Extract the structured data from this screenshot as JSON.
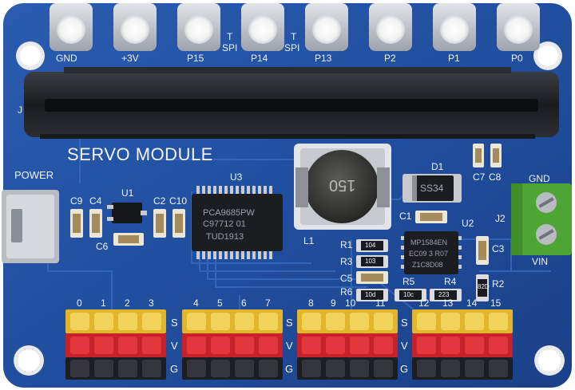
{
  "board": {
    "title": "SERVO MODULE",
    "power_label": "POWER",
    "edge_pads": [
      "GND",
      "+3V",
      "P15",
      "P14",
      "P13",
      "P2",
      "P1",
      "P0"
    ],
    "spi_labels": [
      "SPI",
      "SPI"
    ],
    "t_marks": [
      "T",
      "T"
    ],
    "j_label": "J",
    "components": {
      "u1": "U1",
      "u2": "U2",
      "u3": "U3",
      "d1": "D1",
      "l1": "L1",
      "j2": "J2",
      "c9": "C9",
      "c4": "C4",
      "c6": "C6",
      "c2": "C2",
      "c10": "C10",
      "c7": "C7",
      "c8": "C8",
      "c1": "C1",
      "c3": "C3",
      "c5": "C5",
      "r1": "R1",
      "r3": "R3",
      "r6": "R6",
      "r5": "R5",
      "r4": "R4",
      "r2": "R2"
    },
    "terminal": {
      "gnd": "GND",
      "vin": "VIN"
    },
    "servo_numbers": [
      "0",
      "1",
      "2",
      "3",
      "4",
      "5",
      "6",
      "7",
      "8",
      "9",
      "10",
      "11",
      "12",
      "13",
      "14",
      "15"
    ],
    "row_labels": [
      "S",
      "V",
      "G"
    ],
    "chip_text": {
      "u3": [
        "PCA9685PW",
        "C97712 01",
        "TUD1913"
      ],
      "u2": [
        "MP1584EN",
        "EC09 3 R07",
        "Z1C8D08"
      ],
      "d1": "SS34",
      "inductor": "150",
      "r_small": [
        "104",
        "103",
        "10d",
        "10c",
        "223",
        "82D"
      ]
    },
    "colors": {
      "pcb": "#1f4d9c",
      "connector": "#22252b",
      "signal_header": "#f0c63a",
      "power_header": "#d7262a",
      "ground_header": "#1d1e22",
      "terminal_block": "#4fa534"
    }
  }
}
